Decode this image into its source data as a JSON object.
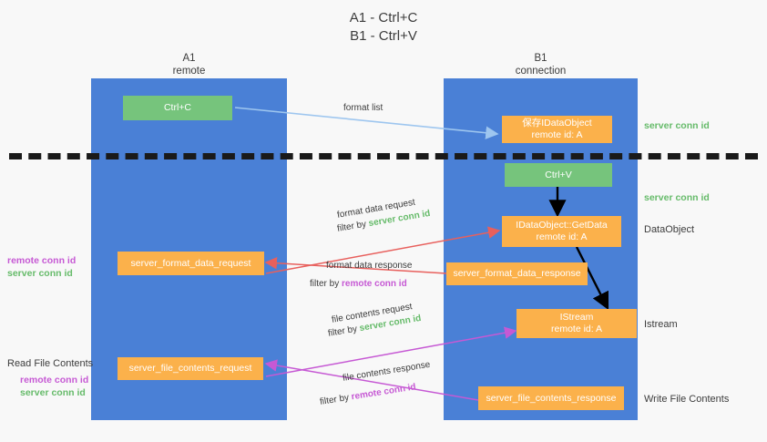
{
  "title": "A1 - Ctrl+C\nB1 - Ctrl+V",
  "columns": {
    "a": "A1\nremote",
    "b": "B1\nconnection"
  },
  "nodes": {
    "ctrl_c": "Ctrl+C",
    "idataobject": "保存IDataObject\nremote id: A",
    "ctrl_v": "Ctrl+V",
    "getdata": "IDataObject::GetData\nremote id: A",
    "format_data_request": "server_format_data_request",
    "format_data_response": "server_format_data_response",
    "istream": "IStream\nremote id: A",
    "file_contents_request": "server_file_contents_request",
    "file_contents_response": "server_file_contents_response"
  },
  "right_labels": {
    "server_conn_top": "server conn id",
    "server_conn_second": "server conn id",
    "dataobject": "DataObject",
    "istream": "Istream",
    "write_file_contents": "Write File Contents"
  },
  "left_labels": {
    "remote_conn_1": "remote conn id",
    "server_conn_1": "server conn id",
    "read_file_contents": "Read File Contents",
    "remote_conn_2": "remote conn id",
    "server_conn_2": "server conn id"
  },
  "edge_labels": {
    "format_list": "format list",
    "format_data_request": "format data request",
    "format_data_request_filter_prefix": "filter by ",
    "format_data_request_filter_value": "server conn id",
    "format_data_response": "format data response",
    "format_data_response_filter_prefix": "filter by ",
    "format_data_response_filter_value": "remote conn id",
    "file_contents_request": "file contents request",
    "file_contents_request_filter_prefix": "filter by ",
    "file_contents_request_filter_value": "server conn id",
    "file_contents_response": "file contents response",
    "file_contents_response_filter_prefix": "filter by ",
    "file_contents_response_filter_value": "remote conn id"
  },
  "colors": {
    "lane": "#4a80d6",
    "green_node": "#76c47c",
    "orange_node": "#fbb14b",
    "green_text": "#66bb6a",
    "magenta_text": "#c659d4",
    "red_arrow": "#e8605d",
    "magenta_arrow": "#c659d4",
    "blue_arrow": "#9ec6ef",
    "black_arrow": "#000000"
  }
}
